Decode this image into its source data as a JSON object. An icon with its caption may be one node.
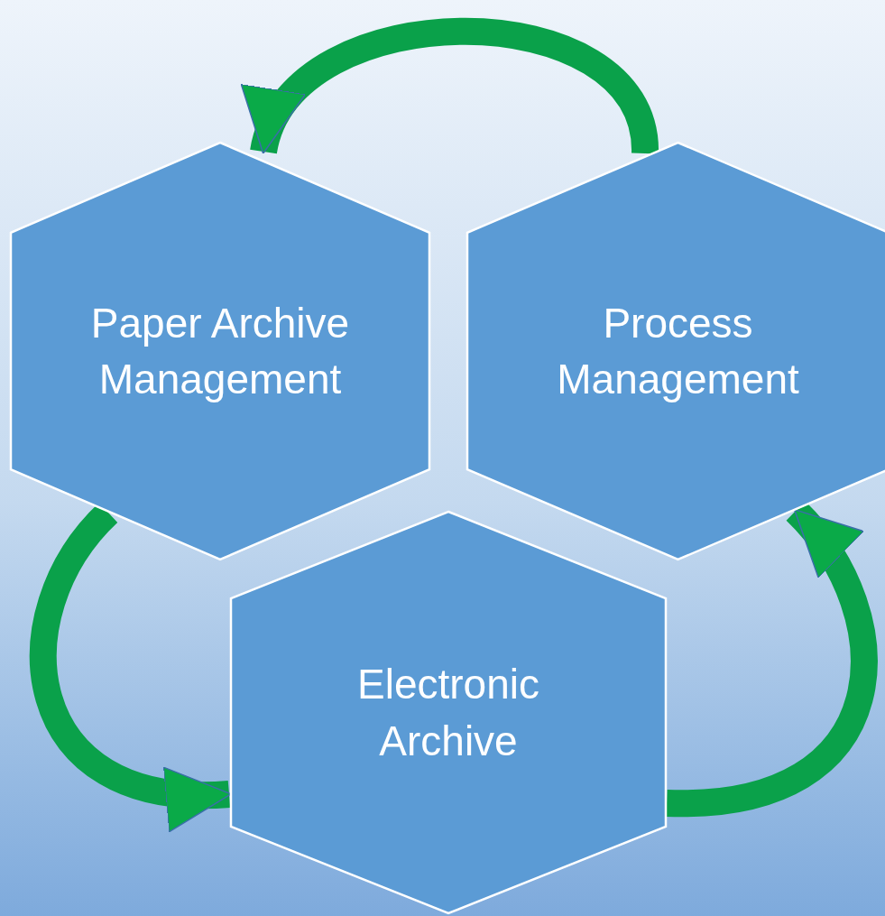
{
  "diagram": {
    "nodes": [
      {
        "text": [
          "Paper Archive Management"
        ]
      },
      {
        "text": [
          "Process Management"
        ]
      },
      {
        "text": [
          "Electronic Archive"
        ]
      }
    ],
    "edges": [
      {
        "from": 1,
        "to": 0,
        "arrow": "to"
      },
      {
        "from": 0,
        "to": 2,
        "arrow": "to"
      },
      {
        "from": 2,
        "to": 1,
        "arrow": "to"
      }
    ]
  }
}
